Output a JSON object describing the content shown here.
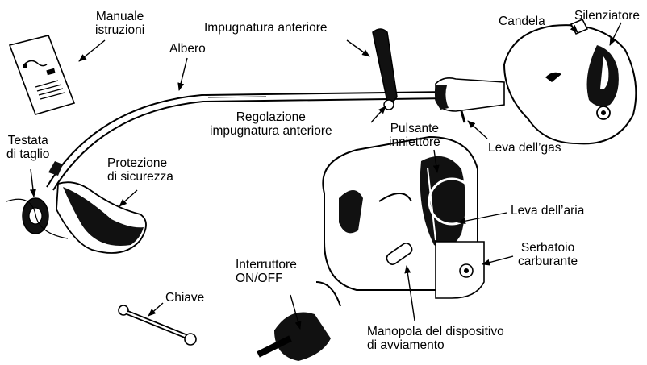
{
  "labels": {
    "manual": [
      "Manuale",
      "istruzioni"
    ],
    "front_handle": "Impugnatura anteriore",
    "spark_plug": "Candela",
    "muffler": "Silenziatore",
    "shaft": "Albero",
    "front_handle_adjust": [
      "Regolazione",
      "impugnatura anteriore"
    ],
    "primer_bulb": [
      "Pulsante",
      "inniettore"
    ],
    "throttle_trigger": "Leva dell’gas",
    "cutting_head": [
      "Testata",
      "di taglio"
    ],
    "guard": [
      "Protezione",
      "di sicurezza"
    ],
    "choke_lever": "Leva dell’aria",
    "fuel_tank": [
      "Serbatoio",
      "carburante"
    ],
    "on_off_switch": [
      "Interruttore",
      "ON/OFF"
    ],
    "wrench": "Chiave",
    "starter_handle": [
      "Manopola del dispositivo",
      "di avviamento"
    ]
  }
}
